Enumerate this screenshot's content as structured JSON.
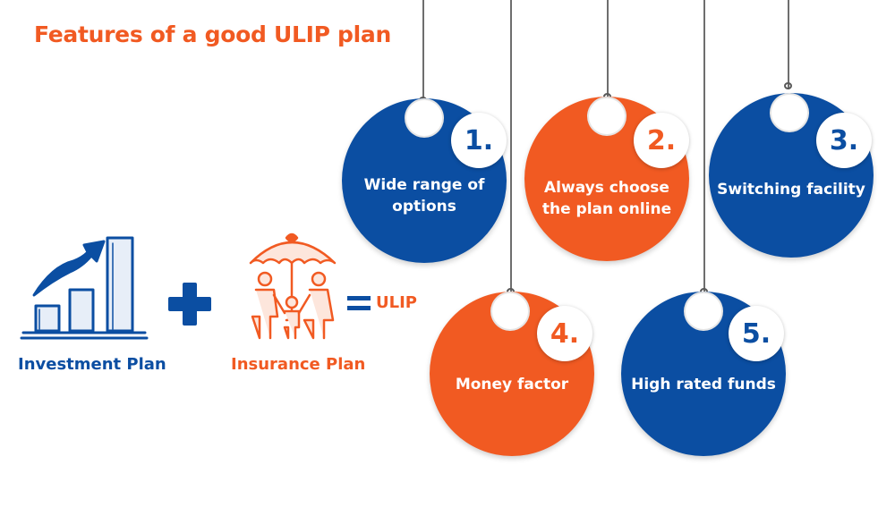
{
  "title": "Features of a good ULIP plan",
  "colors": {
    "blue": "#0b4ea2",
    "orange": "#f15a22",
    "cord": "#6e6e6e"
  },
  "equation": {
    "left_label": "Investment Plan",
    "left_icon": "growth-bar-chart-icon",
    "operator_icon": "plus-icon",
    "right_label": "Insurance Plan",
    "right_icon": "family-umbrella-icon",
    "equals_icon": "equals-icon",
    "result": "ULIP"
  },
  "features": [
    {
      "number": "1.",
      "line1": "Wide range of",
      "line2": "options",
      "color": "blue"
    },
    {
      "number": "2.",
      "line1": "Always choose",
      "line2": "the plan online",
      "color": "orange"
    },
    {
      "number": "3.",
      "line1": "Switching facility",
      "line2": "",
      "color": "blue"
    },
    {
      "number": "4.",
      "line1": "Money factor",
      "line2": "",
      "color": "orange"
    },
    {
      "number": "5.",
      "line1": "High rated funds",
      "line2": "",
      "color": "blue"
    }
  ]
}
